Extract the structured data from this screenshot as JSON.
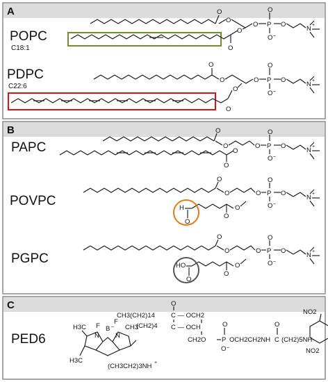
{
  "figure": {
    "colors": {
      "panel_border": "#8a8a8a",
      "panel_header_bg": "#dcdcdc",
      "green_box": "#6f8f2d",
      "red_box": "#d8141b",
      "orange_circle": "#e07b16",
      "gray_circle": "#555555"
    },
    "panels": [
      {
        "letter": "A",
        "molecules": [
          {
            "name": "POPC",
            "note": "C18:1"
          },
          {
            "name": "PDPC",
            "note": "C22:6"
          }
        ]
      },
      {
        "letter": "B",
        "molecules": [
          {
            "name": "PAPC"
          },
          {
            "name": "POVPC"
          },
          {
            "name": "PGPC"
          }
        ]
      },
      {
        "letter": "C",
        "molecules": [
          {
            "name": "PED6"
          }
        ]
      }
    ],
    "atoms": {
      "O": "O",
      "P": "P",
      "N": "N",
      "plus": "+",
      "minus": "–",
      "H": "H",
      "HO": "HO",
      "F": "F",
      "B": "B",
      "minus_b": "–"
    },
    "ped6": {
      "ch3_tail": "CH3(CH2)14",
      "c_o_och2": "C — OCH2",
      "ch2_4": "(CH2)4",
      "c_och": "C — OCH",
      "ch2o": "CH2O",
      "p": "P",
      "och2ch2nh": "OCH2CH2NH",
      "c_link": "C",
      "ch2_5_nh": "(CH2)5NH",
      "no2_top": "NO2",
      "no2_right": "NO2",
      "h3c_top": "H3C",
      "h3c_bottom": "H3C",
      "ch3_right": "CH3",
      "counterion": "(CH3CH2)3NH",
      "plus": "+"
    }
  }
}
